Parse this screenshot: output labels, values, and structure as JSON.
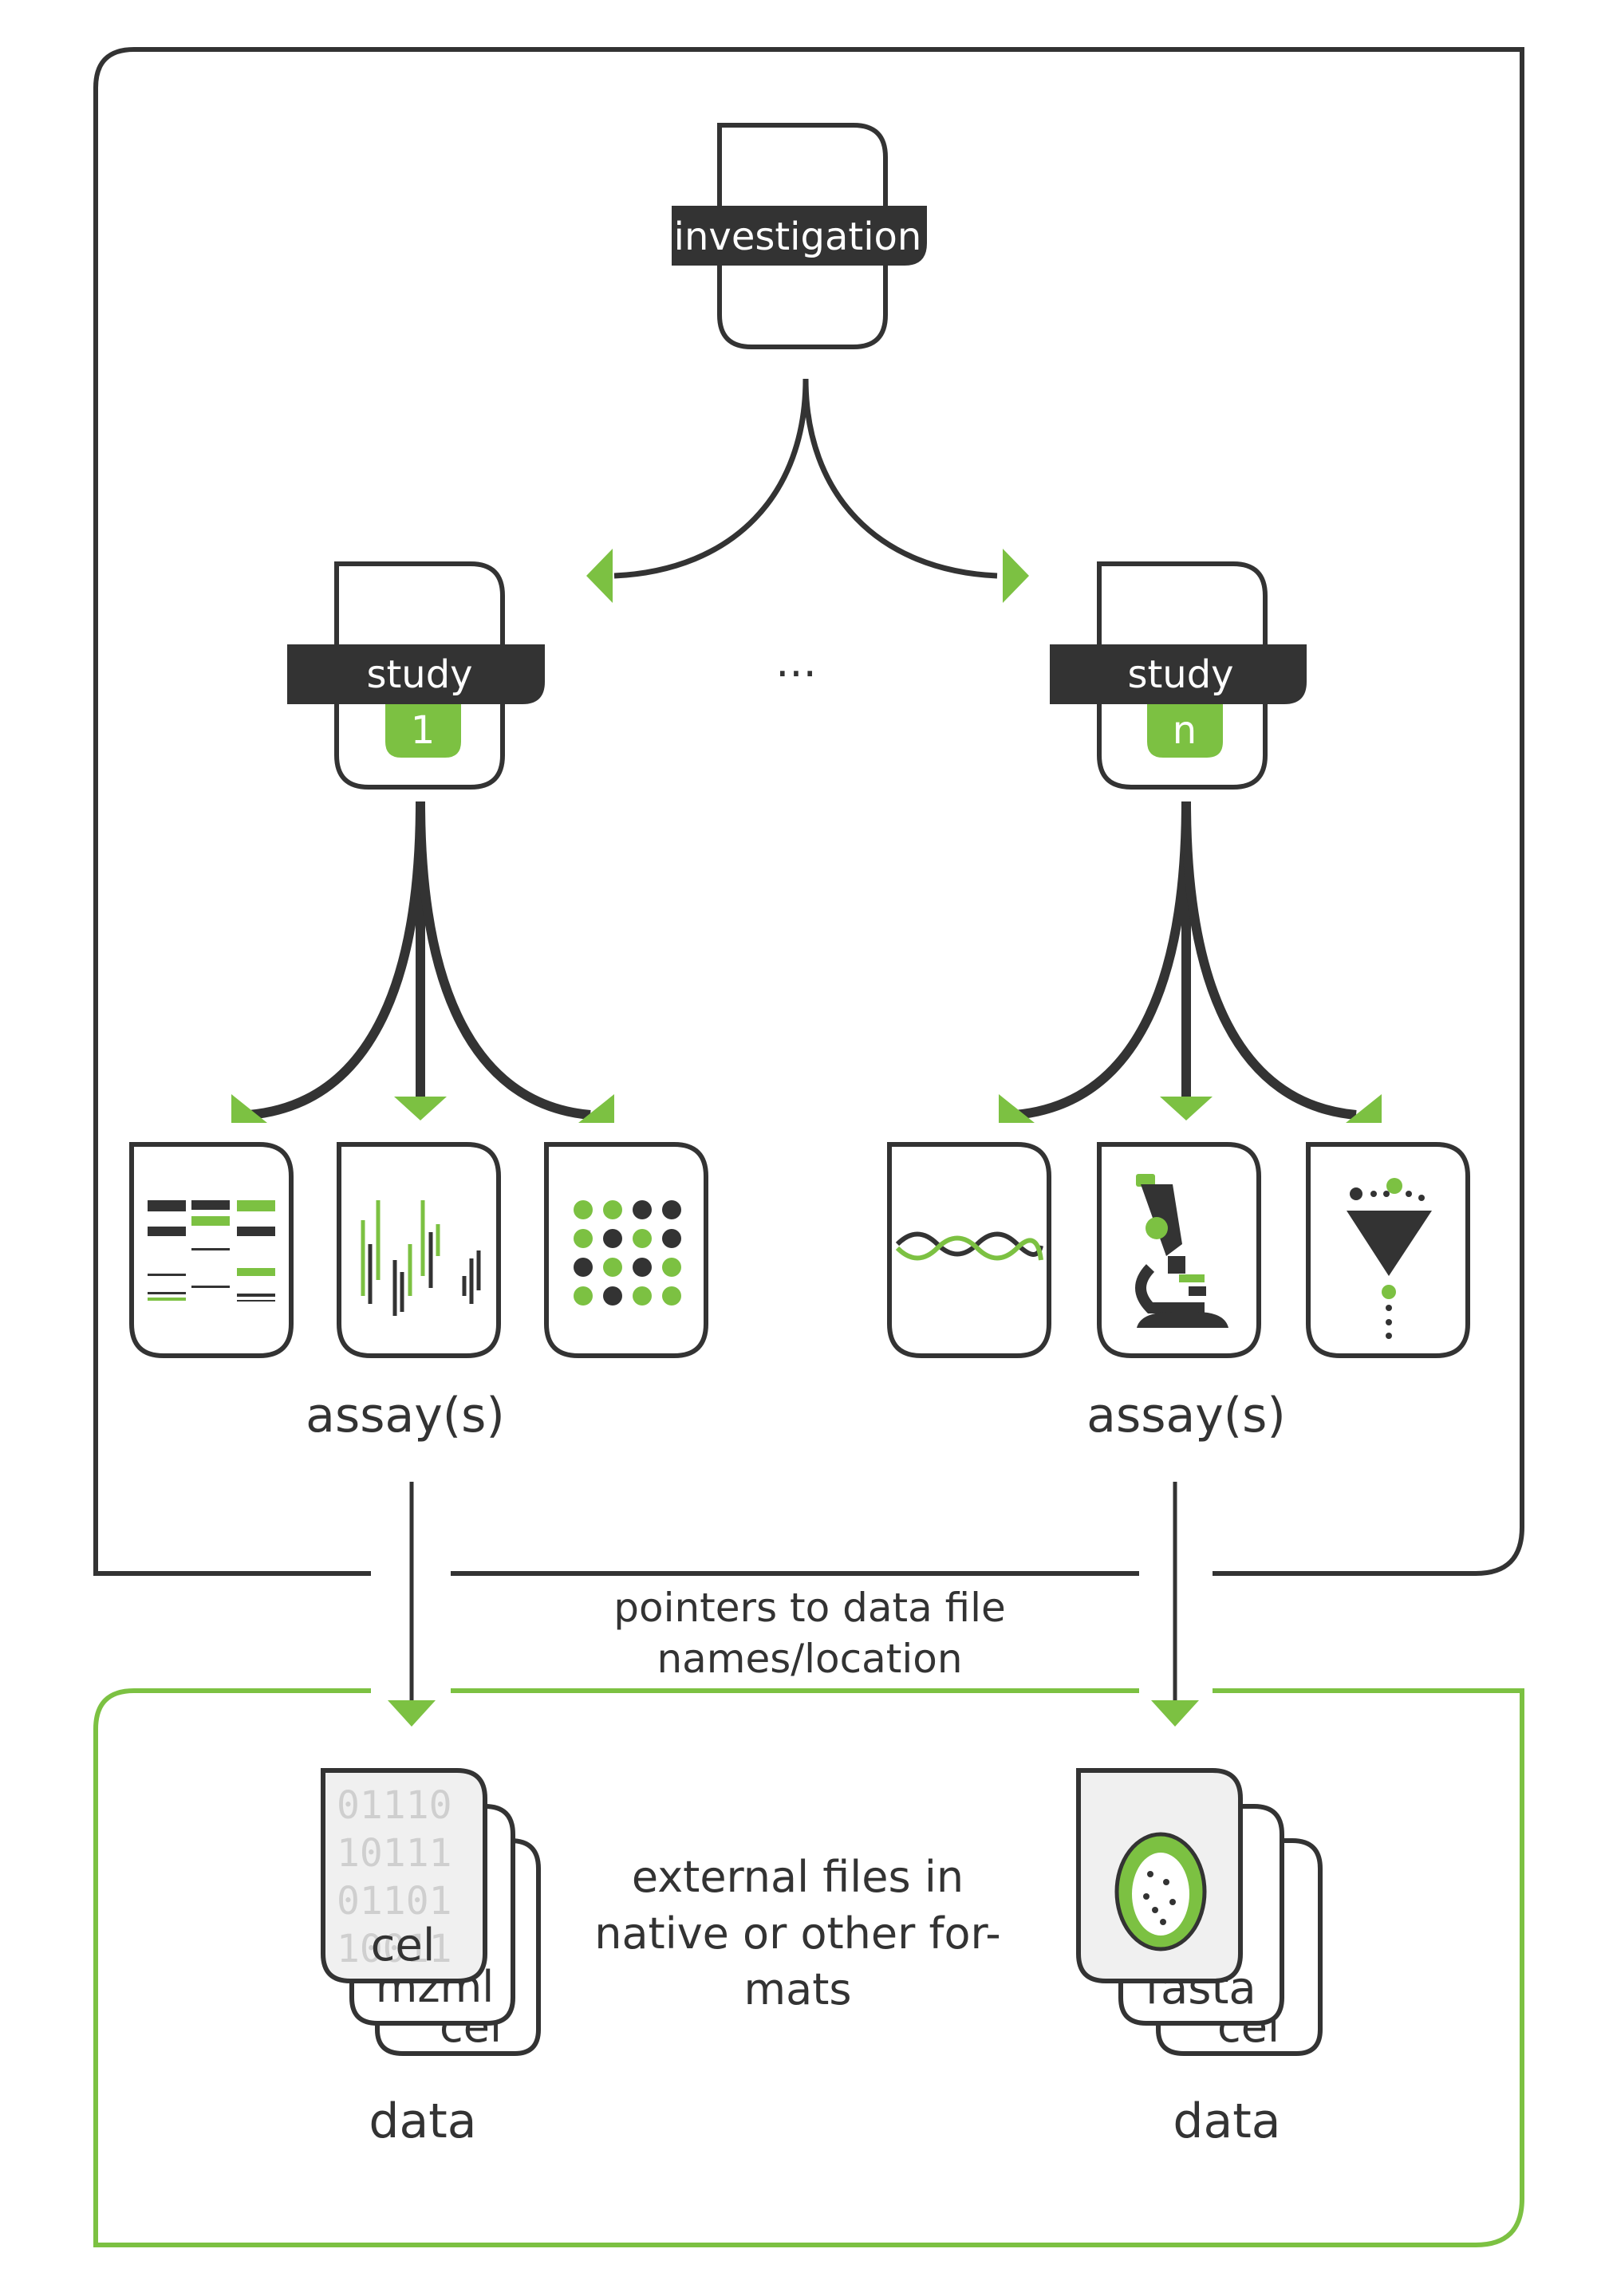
{
  "investigation": {
    "label": "investigation"
  },
  "studies": [
    {
      "label": "study",
      "index": "1"
    },
    {
      "label": "study",
      "index": "n"
    }
  ],
  "ellipsis": "...",
  "assays": {
    "left_label": "assay(s)",
    "right_label": "assay(s)"
  },
  "pointer_note": {
    "line1": "pointers to data file",
    "line2": "names/location"
  },
  "external_note": {
    "line1": "external files in",
    "line2": "native or other for-",
    "line3": "mats"
  },
  "data_left": {
    "label": "data",
    "file_front": "cel",
    "file_middle": "mzml",
    "file_back": "cel",
    "binary_rows": [
      "01110",
      "10111",
      "01101",
      "10011"
    ]
  },
  "data_right": {
    "label": "data",
    "file_front": "fasta",
    "file_back": "cel"
  },
  "colors": {
    "dark": "#333333",
    "accent": "#7cc142",
    "text": "#333333"
  }
}
